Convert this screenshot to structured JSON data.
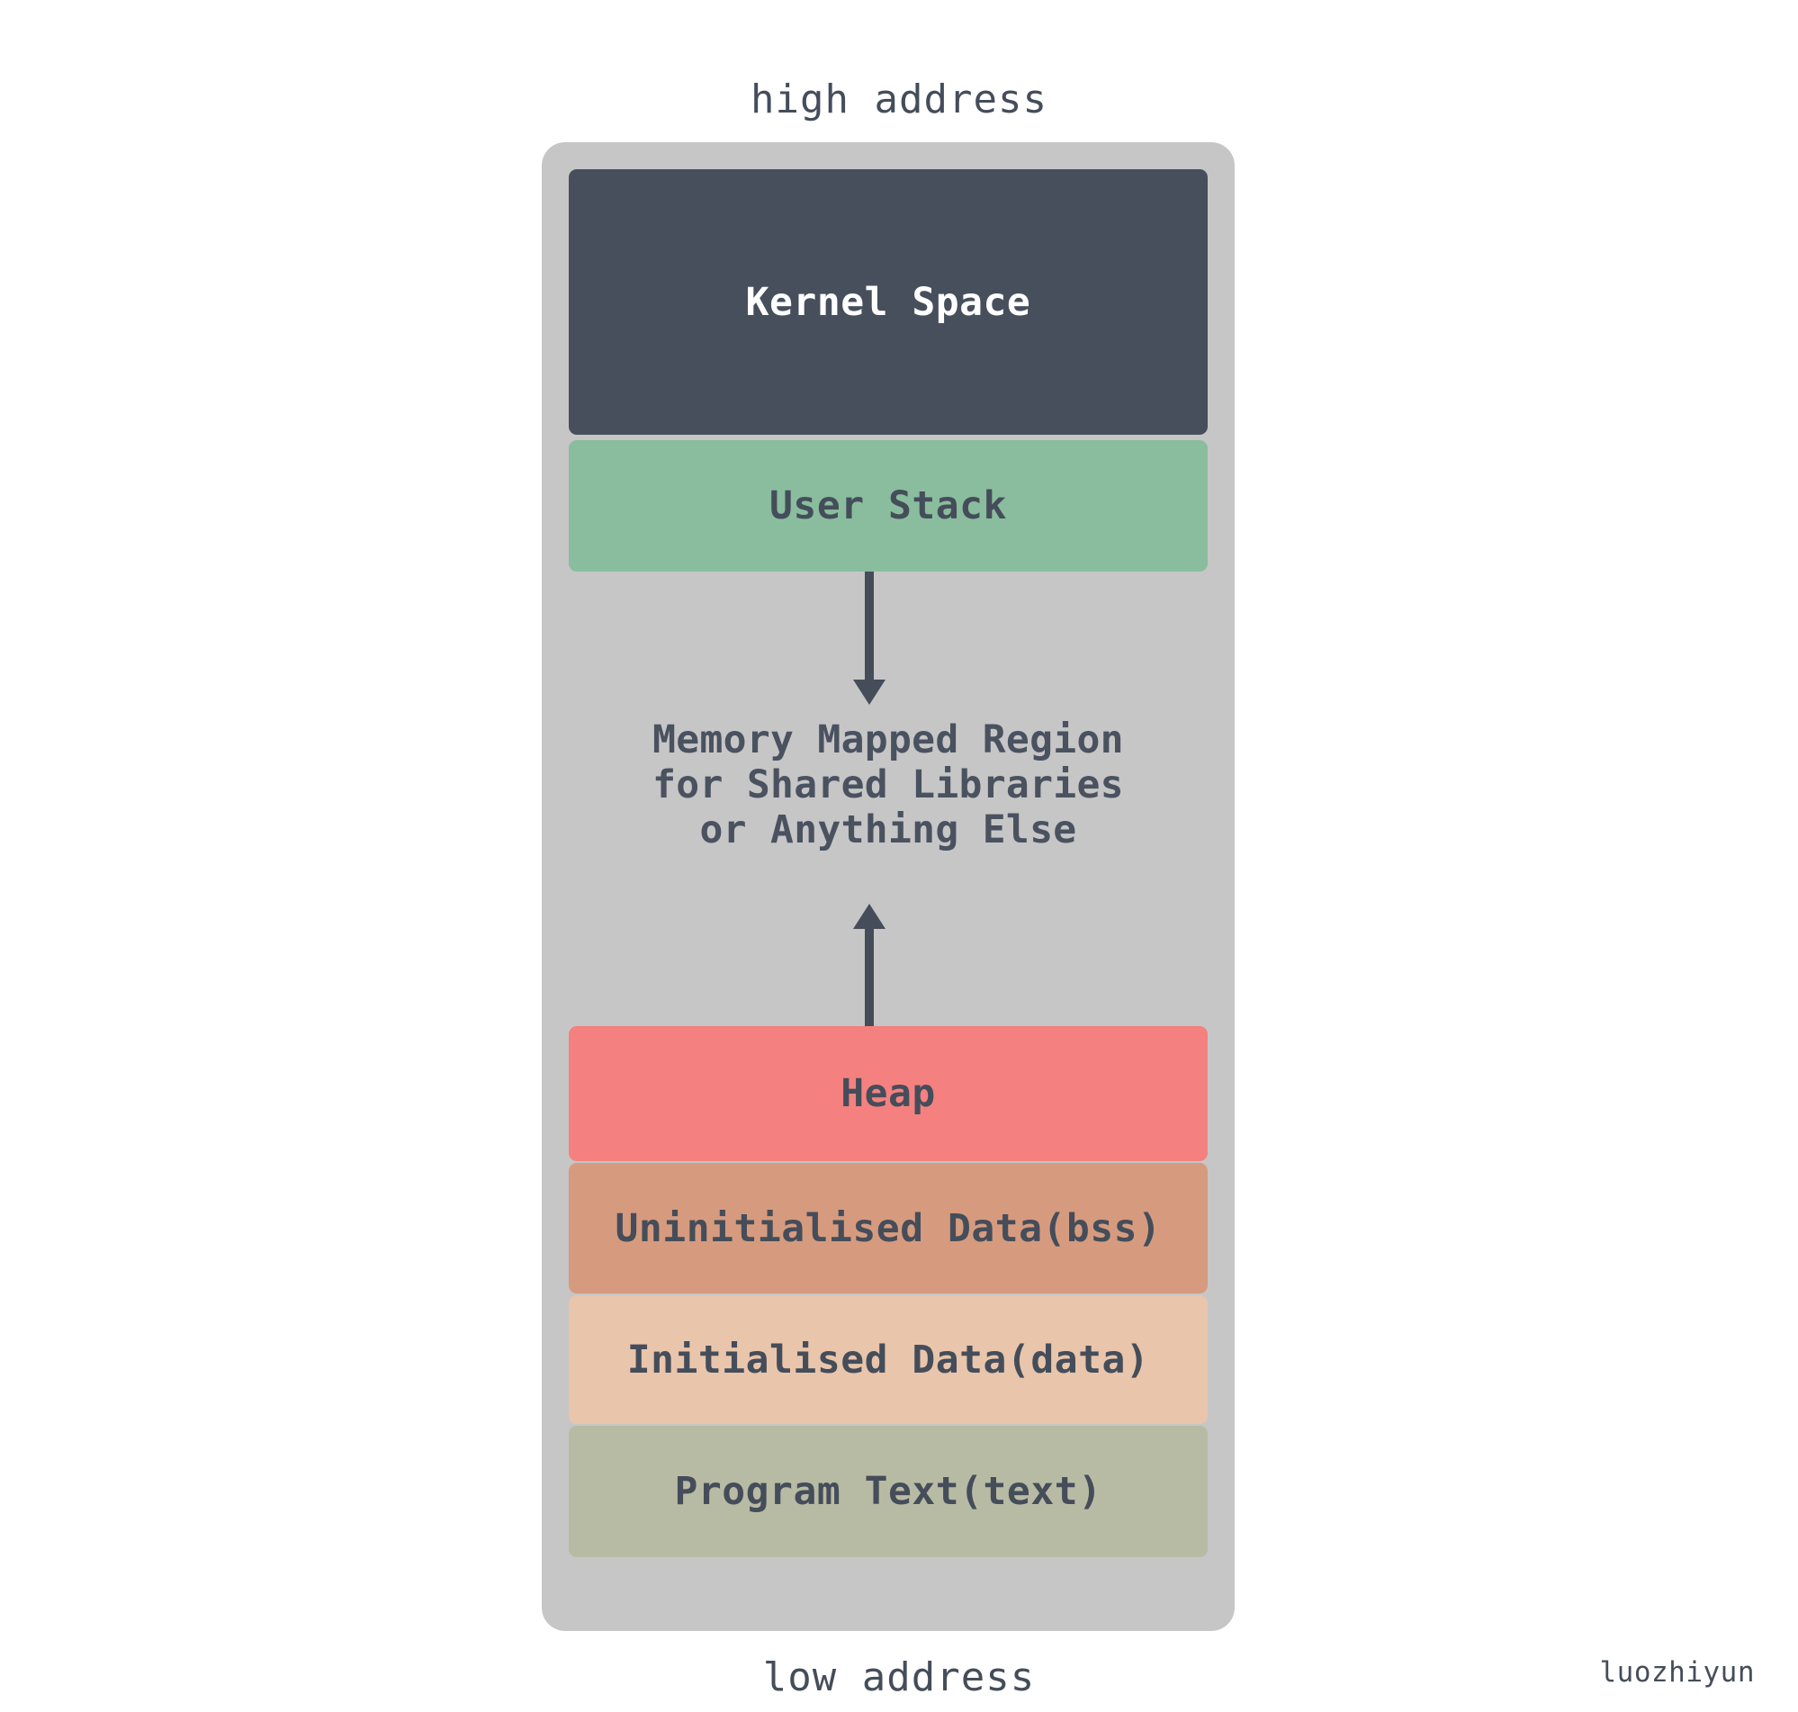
{
  "diagram": {
    "title_top": "high address",
    "title_bottom": "low address",
    "watermark": "luozhiyun",
    "colors": {
      "background": "#ffffff",
      "container": "#c6c6c6",
      "kernel": "#474f5c",
      "user_stack": "#89bd9e",
      "heap": "#f4817f",
      "bss": "#d69b7e",
      "data": "#e9c5ab",
      "text_segment": "#b8bba3",
      "label_dark": "#454d5a",
      "label_light": "#ffffff",
      "arrow": "#454d5a"
    },
    "segments": [
      {
        "id": "kernel-space",
        "label": "Kernel Space"
      },
      {
        "id": "user-stack",
        "label": "User Stack"
      },
      {
        "id": "heap",
        "label": "Heap"
      },
      {
        "id": "bss",
        "label": "Uninitialised Data(bss)"
      },
      {
        "id": "data",
        "label": "Initialised Data(data)"
      },
      {
        "id": "text",
        "label": "Program Text(text)"
      }
    ],
    "mmap_region": {
      "line1": "Memory Mapped Region",
      "line2": "for Shared Libraries",
      "line3": "or Anything Else"
    },
    "arrows": [
      {
        "id": "stack-down",
        "direction": "down",
        "from": "user-stack",
        "toward": "mmap-region"
      },
      {
        "id": "heap-up",
        "direction": "up",
        "from": "heap",
        "toward": "mmap-region"
      }
    ]
  }
}
